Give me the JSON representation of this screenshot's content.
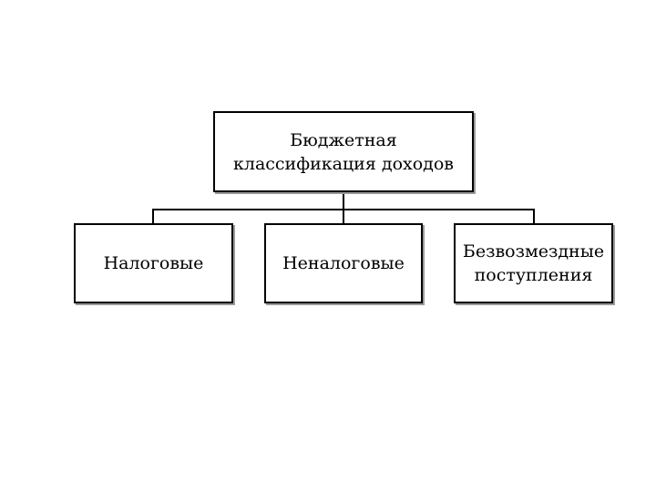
{
  "diagram": {
    "root": {
      "label": "Бюджетная\nклассификация доходов"
    },
    "children": [
      {
        "label": "Налоговые"
      },
      {
        "label": "Неналоговые"
      },
      {
        "label": "Безвозмездные\nпоступления"
      }
    ]
  }
}
